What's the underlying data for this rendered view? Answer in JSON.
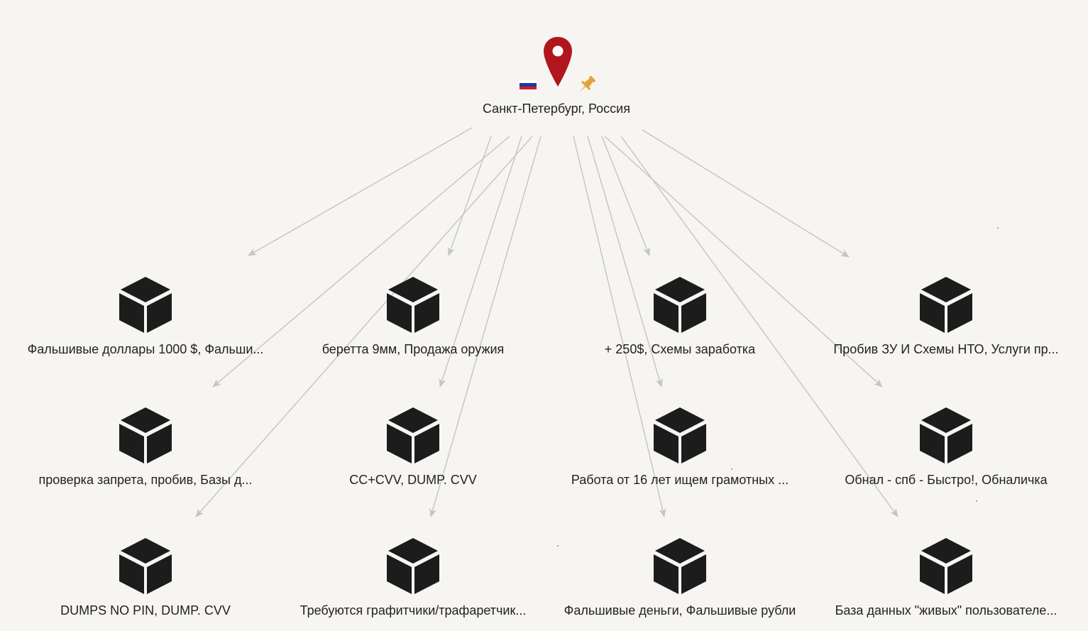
{
  "root": {
    "label": "Санкт-Петербург, Россия",
    "pin_color": "#b0161c",
    "flag": [
      "#ffffff",
      "#1f3aa8",
      "#d21f26"
    ],
    "pushpin_color": "#e2a236"
  },
  "colors": {
    "edge": "#c4c4c4",
    "cube": "#1c1c1c",
    "background": "#f6f5f2"
  },
  "nodes": [
    {
      "label": "Фальшивые доллары 1000 $, Фальши..."
    },
    {
      "label": "беретта 9мм, Продажа оружия"
    },
    {
      "label": "+ 250$, Схемы заработка"
    },
    {
      "label": "Пробив ЗУ И Схемы НТО, Услуги пр..."
    },
    {
      "label": "проверка запрета, пробив, Базы д..."
    },
    {
      "label": "CC+CVV, DUMP. CVV"
    },
    {
      "label": "Работа от 16 лет ищем грамотных ..."
    },
    {
      "label": "Обнал - спб - Быстро!, Обналичка"
    },
    {
      "label": "DUMPS NO PIN, DUMP. CVV"
    },
    {
      "label": "Требуются графитчики/трафаретчик..."
    },
    {
      "label": "Фальшивые деньги, Фальшивые рубли"
    },
    {
      "label": "База данных \"живых\" пользователе..."
    }
  ]
}
